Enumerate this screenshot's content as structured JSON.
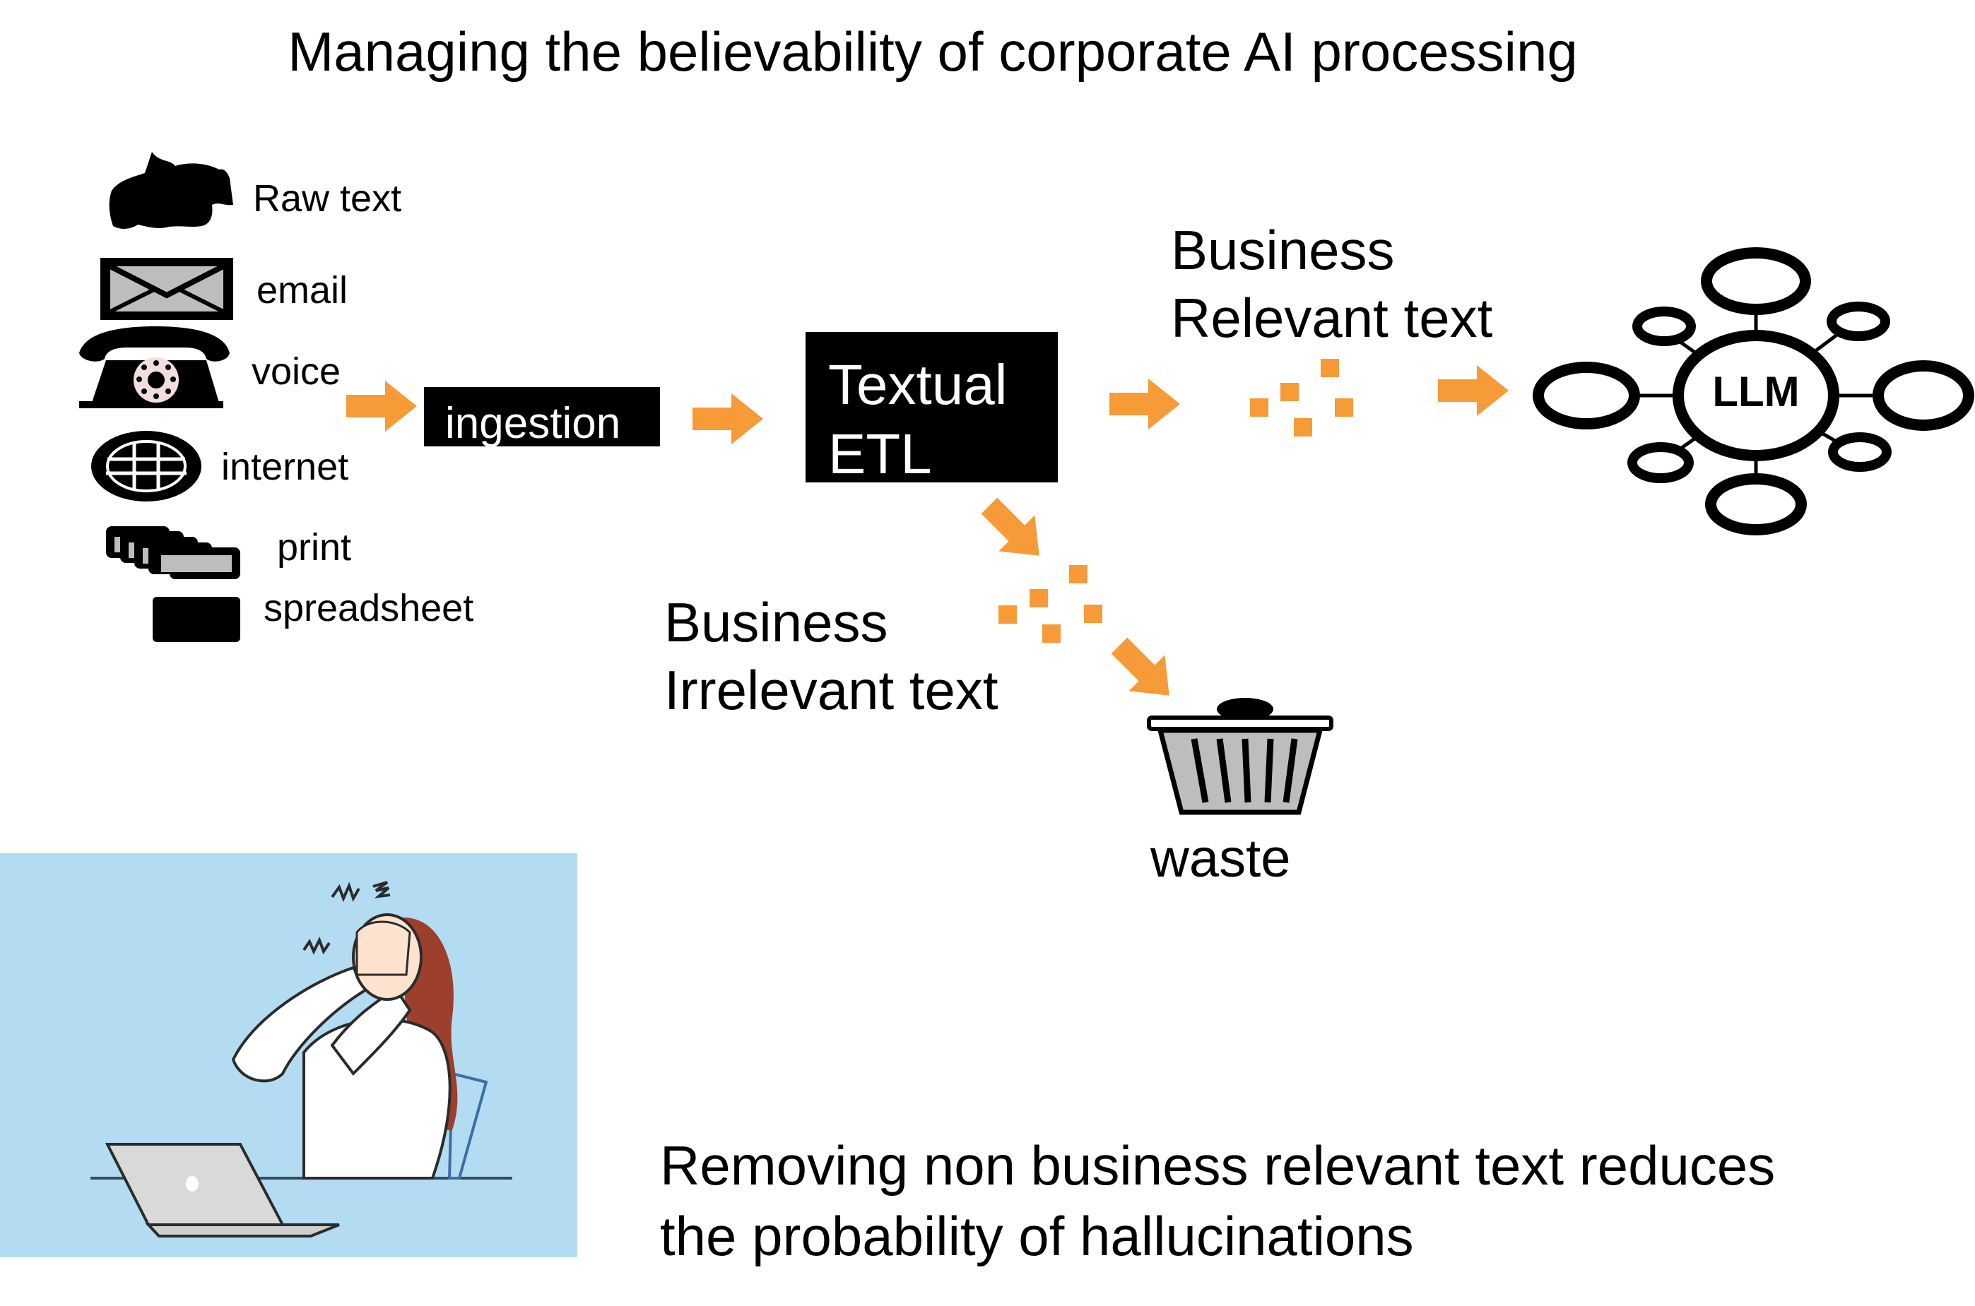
{
  "title": "Managing the believability of corporate AI processing",
  "sources": [
    {
      "label": "Raw text",
      "icon": "raw-text-icon"
    },
    {
      "label": "email",
      "icon": "envelope-icon"
    },
    {
      "label": "voice",
      "icon": "telephone-icon"
    },
    {
      "label": "internet",
      "icon": "globe-icon"
    },
    {
      "label": "print",
      "icon": "paper-stack-icon"
    },
    {
      "label": "spreadsheet",
      "icon": "spreadsheet-icon"
    }
  ],
  "ingestion_label": "ingestion",
  "etl": {
    "line1": "Textual",
    "line2": "ETL"
  },
  "relevant": {
    "line1": "Business",
    "line2": "Relevant text"
  },
  "irrelevant": {
    "line1": "Business",
    "line2": "Irrelevant text"
  },
  "llm_label": "LLM",
  "waste_label": "waste",
  "footer": {
    "line1": "Removing non business relevant text reduces",
    "line2": "the probability of hallucinations"
  },
  "colors": {
    "arrow": "#f79a38",
    "fragment": "#f79a38",
    "illustration_bg": "#b3dcf3",
    "box": "#000000"
  }
}
